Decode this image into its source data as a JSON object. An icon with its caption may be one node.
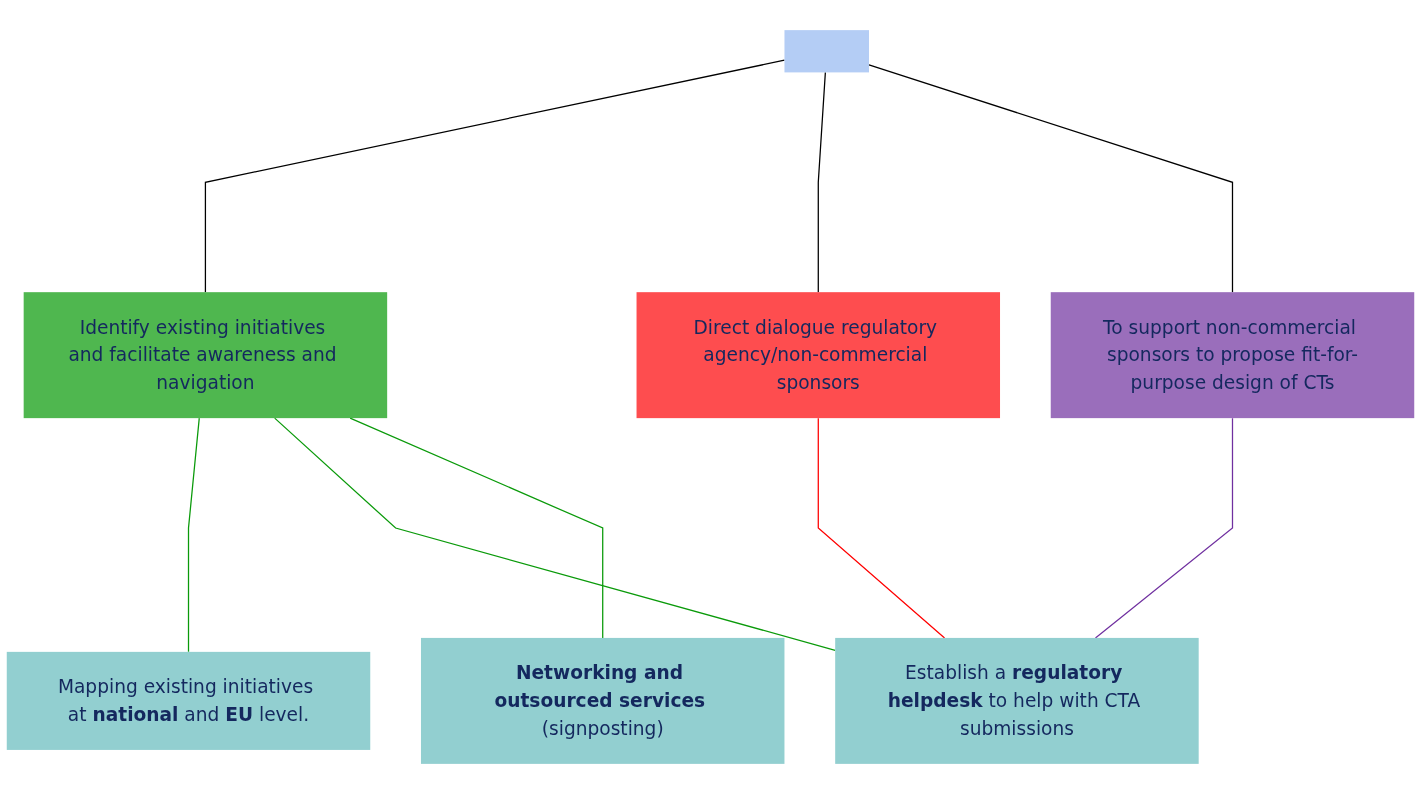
{
  "diagram": {
    "nodes": [
      {
        "text": [],
        "shape": "bar"
      },
      {
        "text": [
          "Identify existing initiatives and facilitate awareness and navigation"
        ]
      },
      {
        "text": [
          "Direct dialogue regulatory agency/non-commercial sponsors"
        ]
      },
      {
        "text": [
          "To support non-commercial sponsors to propose fit-for-purpose design of CTs"
        ]
      },
      {
        "text": [
          "Mapping existing initiatives at **national** and **EU** level."
        ]
      },
      {
        "text": [
          "Establish a **regulatory helpdesk** to help with CTA submissions"
        ]
      },
      {
        "text": [
          "**Networking and outsourced services** (signposting)"
        ]
      }
    ],
    "edges": [
      {
        "from": 0,
        "to": 1,
        "arrow": "none",
        "color": "#000000"
      },
      {
        "from": 0,
        "to": 2,
        "arrow": "none",
        "color": "#000000"
      },
      {
        "from": 0,
        "to": 3,
        "arrow": "none",
        "color": "#000000"
      },
      {
        "from": 1,
        "to": 4,
        "arrow": "none",
        "color": "#0a9a0a"
      },
      {
        "from": 1,
        "to": 5,
        "arrow": "none",
        "color": "#0a9a0a"
      },
      {
        "from": 1,
        "to": 6,
        "arrow": "none",
        "color": "#0a9a0a"
      },
      {
        "from": 2,
        "to": 5,
        "arrow": "none",
        "color": "#ff0000"
      },
      {
        "from": 3,
        "to": 5,
        "arrow": "none",
        "color": "#7030a0"
      }
    ]
  }
}
